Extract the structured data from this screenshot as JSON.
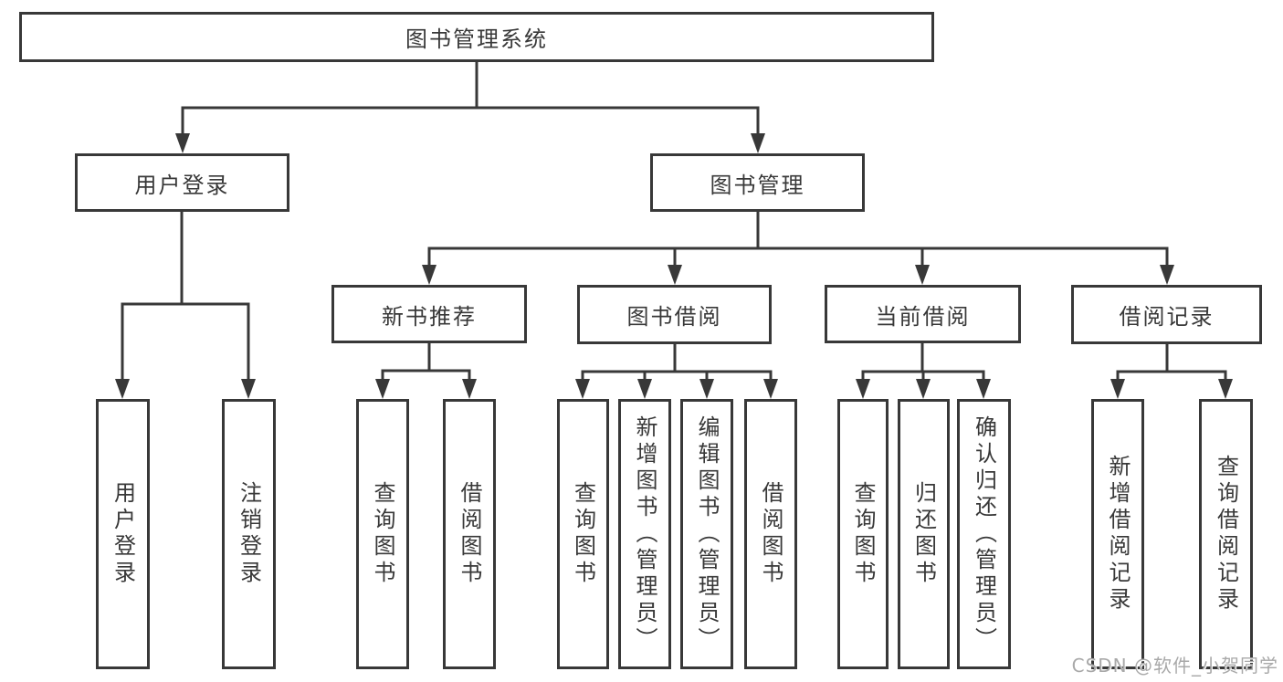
{
  "diagram_type": "hierarchy-tree",
  "colors": {
    "line": "#383838",
    "box_border": "#383838",
    "text": "#383838",
    "background": "#ffffff",
    "watermark_text_color": "#a9a9a9"
  },
  "watermark": {
    "text": "CSDN @软件_小贺同学"
  },
  "tree": {
    "label": "图书管理系统",
    "children": [
      {
        "label": "用户登录",
        "children": [
          {
            "label": "用户登录"
          },
          {
            "label": "注销登录"
          }
        ]
      },
      {
        "label": "图书管理",
        "children": [
          {
            "label": "新书推荐",
            "children": [
              {
                "label": "查询图书"
              },
              {
                "label": "借阅图书"
              }
            ]
          },
          {
            "label": "图书借阅",
            "children": [
              {
                "label": "查询图书"
              },
              {
                "label": "新增图书（管理员）"
              },
              {
                "label": "编辑图书（管理员）"
              },
              {
                "label": "借阅图书"
              }
            ]
          },
          {
            "label": "当前借阅",
            "children": [
              {
                "label": "查询图书"
              },
              {
                "label": "归还图书"
              },
              {
                "label": "确认归还（管理员）"
              }
            ]
          },
          {
            "label": "借阅记录",
            "children": [
              {
                "label": "新增借阅记录"
              },
              {
                "label": "查询借阅记录"
              }
            ]
          }
        ]
      }
    ]
  }
}
